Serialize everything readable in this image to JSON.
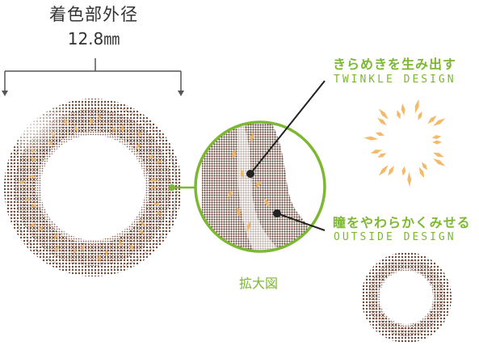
{
  "diameter": {
    "label": "着色部外径",
    "value": "12.8㎜"
  },
  "design_twinkle": {
    "title": "きらめきを生み出す",
    "subtitle": "TWINKLE DESIGN"
  },
  "design_outside": {
    "title": "瞳をやわらかくみせる",
    "subtitle": "OUTSIDE DESIGN"
  },
  "zoom": {
    "label": "拡大図"
  },
  "colors": {
    "accent_green": "#7cb832",
    "lens_brown": "#6b4a3a",
    "twinkle_orange": "#f2b35a",
    "text_dark": "#333333"
  }
}
